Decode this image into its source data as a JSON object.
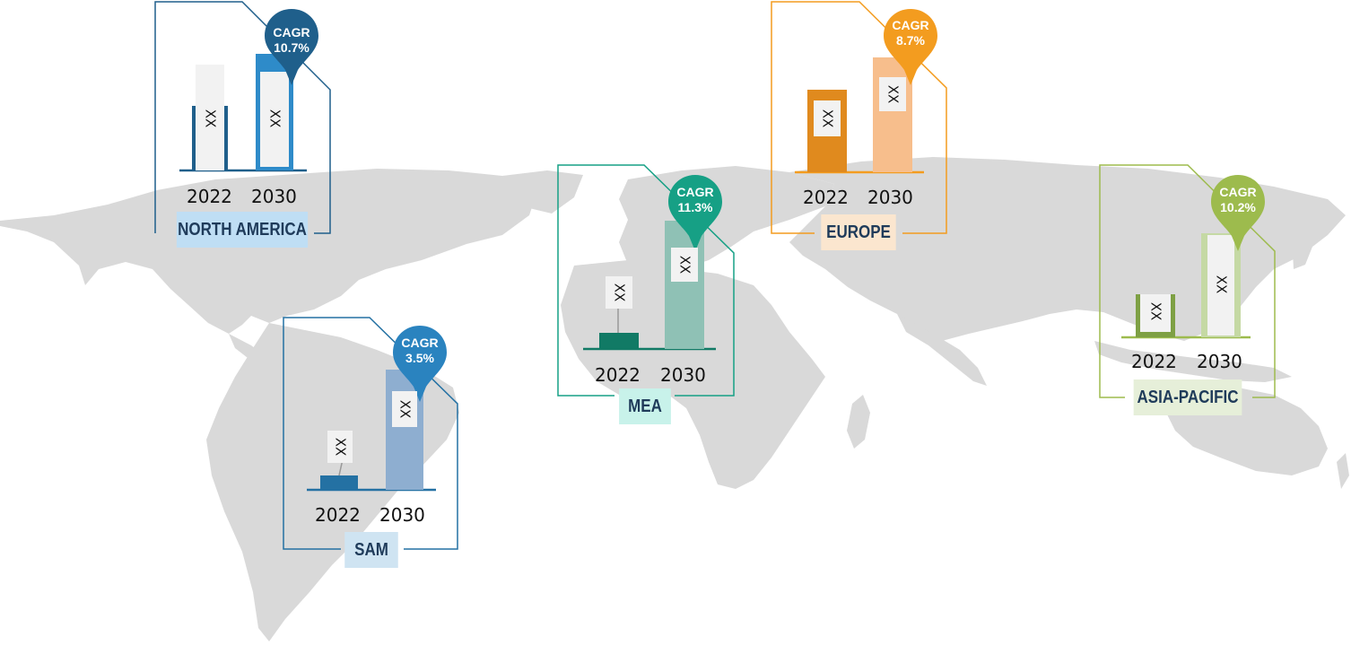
{
  "chart_data": {
    "type": "bar",
    "categories": [
      "2022",
      "2030"
    ],
    "regions": [
      {
        "id": "north-america",
        "label": "NORTH AMERICA",
        "cagr_title": "CAGR",
        "cagr": "10.7%",
        "years": [
          "2022",
          "2030"
        ],
        "values": [
          "XX",
          "XX"
        ],
        "color": "#2e7fb9"
      },
      {
        "id": "sam",
        "label": "SAM",
        "cagr_title": "CAGR",
        "cagr": "3.5%",
        "years": [
          "2022",
          "2030"
        ],
        "values": [
          "XX",
          "XX"
        ],
        "color": "#2a83bf"
      },
      {
        "id": "mea",
        "label": "MEA",
        "cagr_title": "CAGR",
        "cagr": "11.3%",
        "years": [
          "2022",
          "2030"
        ],
        "values": [
          "XX",
          "XX"
        ],
        "color": "#16a085"
      },
      {
        "id": "europe",
        "label": "EUROPE",
        "cagr_title": "CAGR",
        "cagr": "8.7%",
        "years": [
          "2022",
          "2030"
        ],
        "values": [
          "XX",
          "XX"
        ],
        "color": "#f39c1f"
      },
      {
        "id": "asia-pacific",
        "label": "ASIA-PACIFIC",
        "cagr_title": "CAGR",
        "cagr": "10.2%",
        "years": [
          "2022",
          "2030"
        ],
        "values": [
          "XX",
          "XX"
        ],
        "color": "#9dbb4d"
      }
    ]
  },
  "colors": {
    "map": "#d9d9d9",
    "north_america_dark": "#1f5f8b",
    "north_america_light": "#2e8bc9",
    "sam_dark": "#2471a3",
    "sam_light": "#8eaed0",
    "mea_dark": "#117a65",
    "mea_light": "#8fc1b5",
    "europe_dark": "#e08a1e",
    "europe_light": "#f7be8c",
    "apac_dark": "#7ea044",
    "apac_light": "#c5d9a4"
  },
  "icons": [
    "location-pin-icon"
  ]
}
